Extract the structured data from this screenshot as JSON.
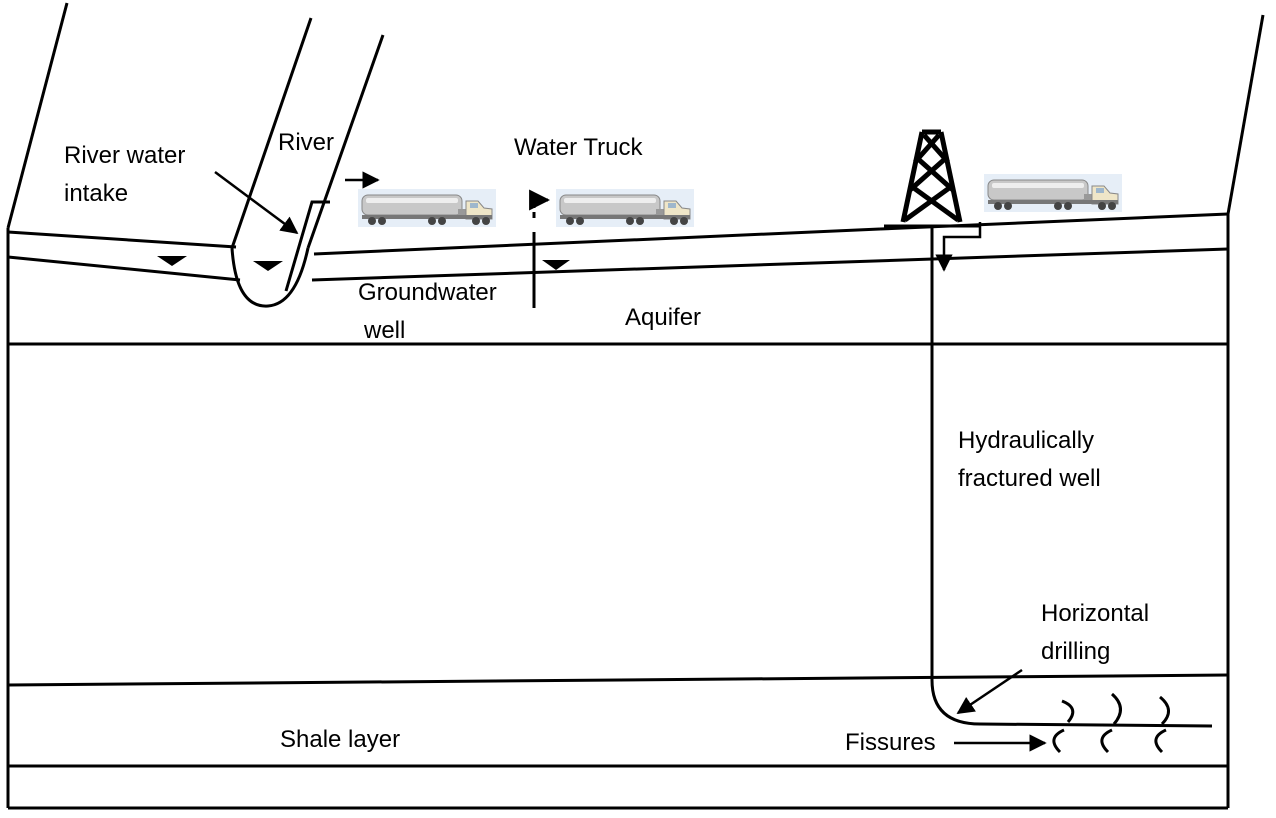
{
  "labels": {
    "river_water_intake_1": "River water",
    "river_water_intake_2": "intake",
    "river": "River",
    "water_truck": "Water Truck",
    "groundwater_well_1": "Groundwater",
    "groundwater_well_2": "well",
    "aquifer": "Aquifer",
    "hydraulically_fractured_well_1": "Hydraulically",
    "hydraulically_fractured_well_2": "fractured well",
    "horizontal_drilling_1": "Horizontal",
    "horizontal_drilling_2": "drilling",
    "shale_layer": "Shale layer",
    "fissures": "Fissures"
  },
  "colors": {
    "line": "#000000",
    "truck_body": "#c8c8c8",
    "truck_cab": "#efe6c8",
    "truck_backdrop": "#e6eef7"
  }
}
